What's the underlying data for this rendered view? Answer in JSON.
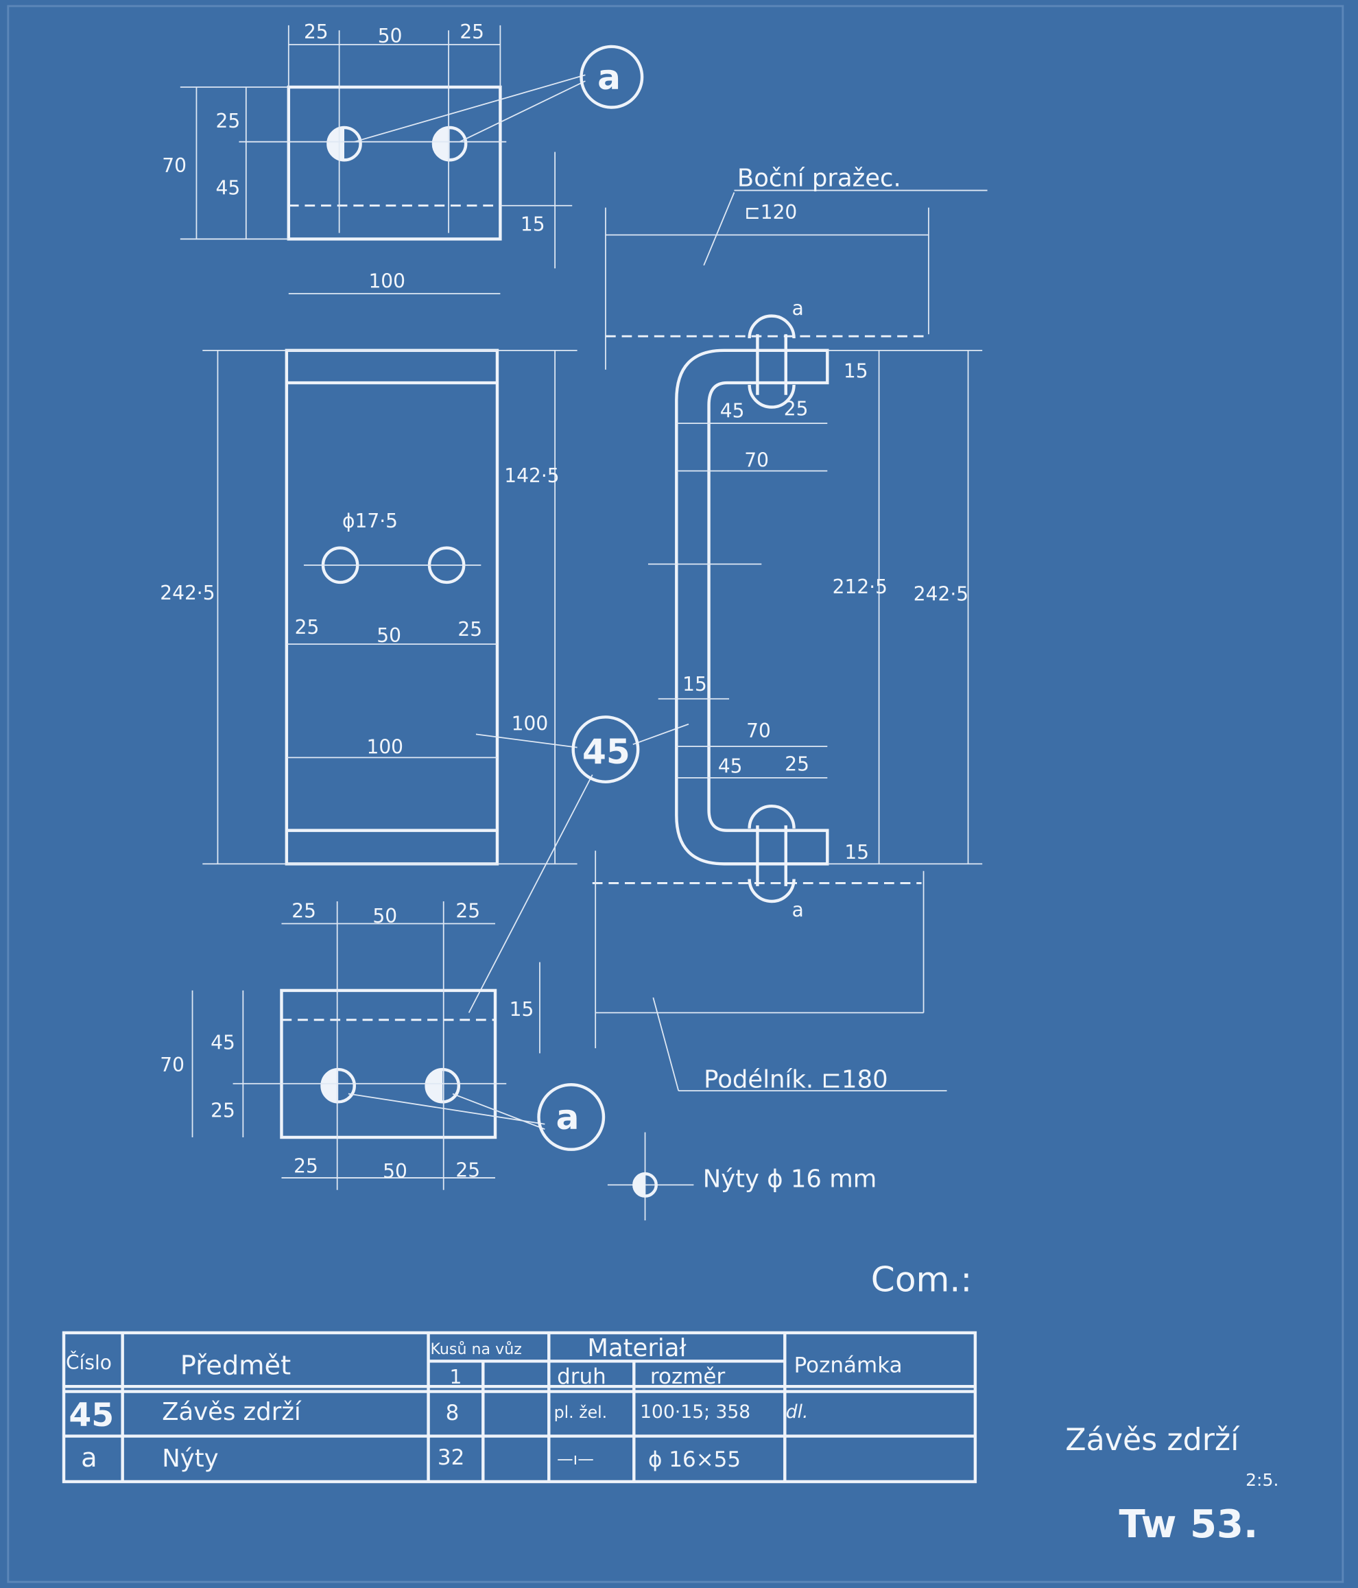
{
  "colors": {
    "paper": "#3d6ea6",
    "ink": "#f2f6fb"
  },
  "top_plate": {
    "dims": [
      "25",
      "50",
      "25",
      "70",
      "25",
      "45",
      "15",
      "100"
    ],
    "callout": "a"
  },
  "front_view": {
    "dims": [
      "ϕ17·5",
      "242·5",
      "142·5",
      "25",
      "50",
      "25",
      "100",
      "100"
    ],
    "callout": "45"
  },
  "side_view": {
    "label_top": "Boční pražec.",
    "profile_top": "⊏120",
    "label_bottom": "Podélník. ⊏180",
    "rivet_top": "a",
    "rivet_bottom": "a",
    "dims": [
      "15",
      "45",
      "25",
      "70",
      "212·5",
      "242·5",
      "15",
      "70",
      "45",
      "25",
      "15"
    ]
  },
  "bottom_plate": {
    "dims": [
      "25",
      "50",
      "25",
      "45",
      "70",
      "25",
      "15",
      "25",
      "50",
      "25"
    ],
    "callout": "a"
  },
  "legend": {
    "rivets": "Nýty ϕ 16 mm"
  },
  "comment_label": "Com.:",
  "table": {
    "headers": {
      "number": "Číslo",
      "item": "Předmět",
      "qty": "Kusů na vůz",
      "qty_sub": "1",
      "material": "Materiał",
      "material_kind": "druh",
      "material_size": "rozměr",
      "note": "Poznámka"
    },
    "rows": [
      {
        "number": "45",
        "item": "Závěs zdrží",
        "qty": "8",
        "kind": "pl. žel.",
        "size": "100·15; 358",
        "note": "dl."
      },
      {
        "number": "a",
        "item": "Nýty",
        "qty": "32",
        "kind": "—ı—",
        "size": "ϕ 16×55",
        "note": ""
      }
    ]
  },
  "title_block": {
    "title": "Závěs zdrží",
    "scale": "2:5.",
    "drawing_no": "Tw 53."
  }
}
